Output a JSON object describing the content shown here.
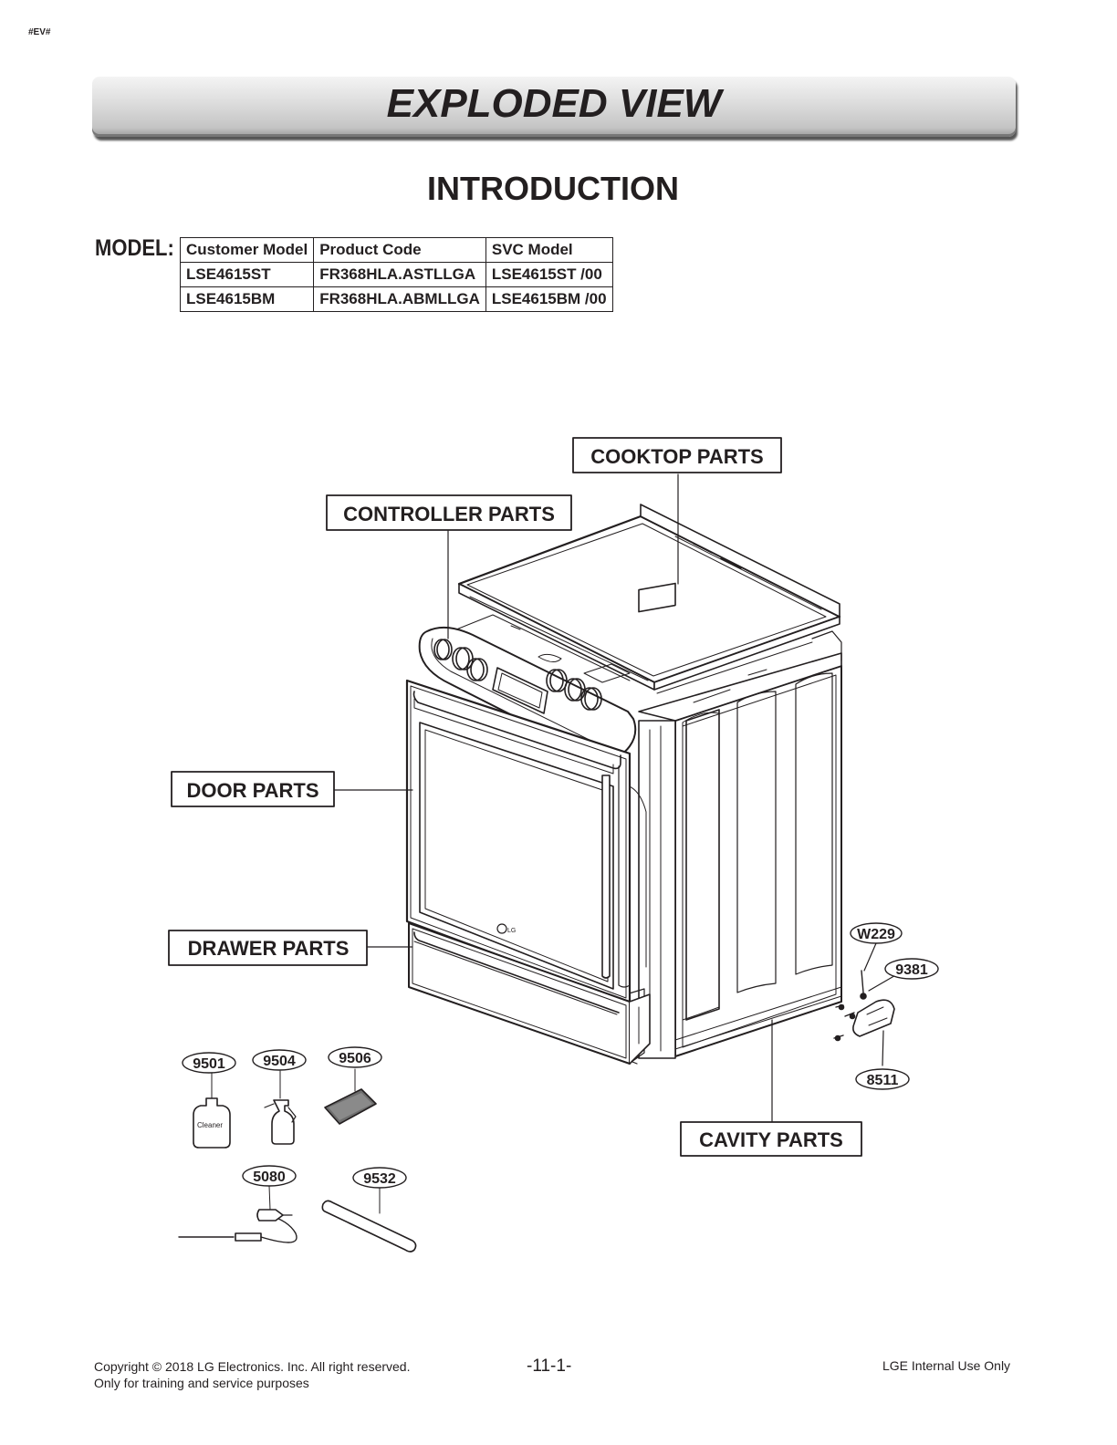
{
  "page_tag": "#EV#",
  "banner_title": "EXPLODED VIEW",
  "section_title": "INTRODUCTION",
  "model": {
    "label": "MODEL:",
    "headers": [
      "Customer Model",
      "Product Code",
      "SVC Model"
    ],
    "rows": [
      [
        "LSE4615ST",
        "FR368HLA.ASTLLGA",
        "LSE4615ST /00"
      ],
      [
        "LSE4615BM",
        "FR368HLA.ABMLLGA",
        "LSE4615BM /00"
      ]
    ]
  },
  "diagram": {
    "groups": {
      "cooktop": "COOKTOP PARTS",
      "controller": "CONTROLLER PARTS",
      "door": "DOOR PARTS",
      "drawer": "DRAWER PARTS",
      "cavity": "CAVITY PARTS"
    },
    "parts": {
      "w229": "W229",
      "p9381": "9381",
      "p8511": "8511",
      "p9501": "9501",
      "p9504": "9504",
      "p9506": "9506",
      "p5080": "5080",
      "p9532": "9532"
    },
    "bottle_label": "Cleaner",
    "brand_mark": "LG"
  },
  "footer": {
    "copyright": "Copyright © 2018 LG Electronics. Inc. All right reserved.",
    "purpose": "Only for training and service purposes",
    "page_number": "-11-1-",
    "internal": "LGE Internal Use Only"
  }
}
